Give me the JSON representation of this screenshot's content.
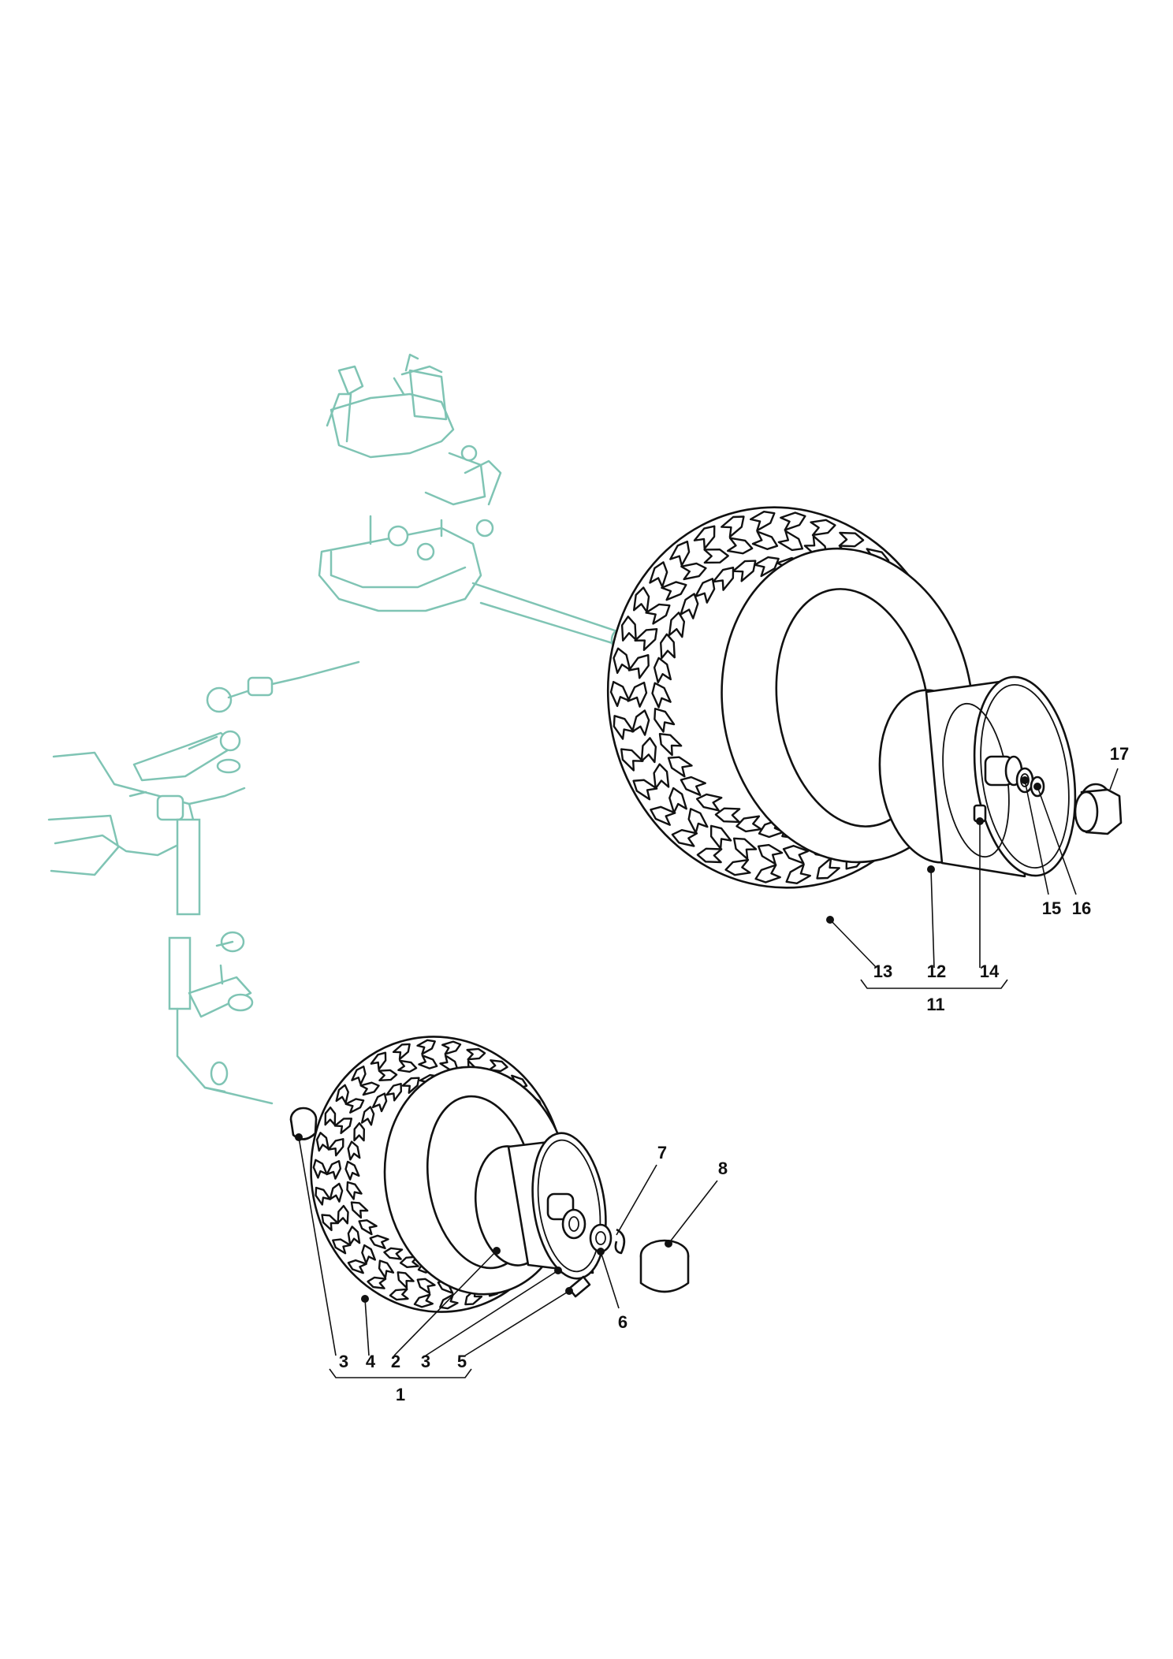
{
  "callouts": {
    "rear_wheel_parts": [
      "17",
      "15",
      "16",
      "13",
      "12",
      "14"
    ],
    "rear_wheel_assembly": "11",
    "front_wheel_parts": [
      "7",
      "8",
      "6",
      "3",
      "4",
      "2",
      "3",
      "5"
    ],
    "front_wheel_assembly": "1"
  },
  "colors": {
    "ghost_context": "#7fc4b4",
    "parts": "#111111",
    "background": "#ffffff"
  }
}
